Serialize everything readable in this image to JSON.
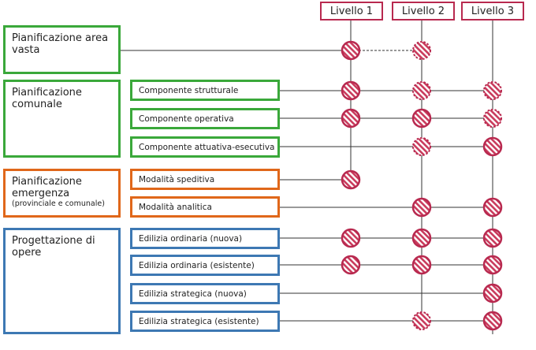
{
  "levels": [
    "Livello 1",
    "Livello 2",
    "Livello 3"
  ],
  "categories": {
    "area_vasta": {
      "title": "Pianificazione area vasta"
    },
    "comunale": {
      "title": "Pianificazione comunale"
    },
    "emergenza": {
      "title": "Pianificazione emergenza",
      "note": "(provinciale e comunale)"
    },
    "opere": {
      "title": "Progettazione di opere"
    }
  },
  "subitems": {
    "strutturale": "Componente strutturale",
    "operativa": "Componente operativa",
    "attuativa": "Componente attuativa-esecutiva",
    "speditiva": "Modalità speditiva",
    "analitica": "Modalità analitica",
    "ord_nuova": "Edilizia ordinaria (nuova)",
    "ord_esistente": "Edilizia ordinaria (esistente)",
    "strat_nuova": "Edilizia strategica (nuova)",
    "strat_esistente": "Edilizia strategica (esistente)"
  },
  "matrix": [
    {
      "row": "area_vasta",
      "marks": [
        "solid",
        "dashed",
        null
      ]
    },
    {
      "row": "strutturale",
      "marks": [
        "solid",
        "dashed",
        "dashed"
      ]
    },
    {
      "row": "operativa",
      "marks": [
        "solid",
        "solid",
        "dashed"
      ]
    },
    {
      "row": "attuativa",
      "marks": [
        null,
        "dashed",
        "solid"
      ]
    },
    {
      "row": "speditiva",
      "marks": [
        "solid",
        null,
        null
      ]
    },
    {
      "row": "analitica",
      "marks": [
        null,
        "solid",
        "solid"
      ]
    },
    {
      "row": "ord_nuova",
      "marks": [
        "solid",
        "solid",
        "solid"
      ]
    },
    {
      "row": "ord_esistente",
      "marks": [
        "solid",
        "solid",
        "solid"
      ]
    },
    {
      "row": "strat_nuova",
      "marks": [
        null,
        null,
        "solid"
      ]
    },
    {
      "row": "strat_esistente",
      "marks": [
        null,
        "dashed",
        "solid"
      ]
    }
  ],
  "colors": {
    "accent": "#b8294f",
    "green": "#3aa83a",
    "orange": "#e0671a",
    "blue": "#3d78b3"
  }
}
